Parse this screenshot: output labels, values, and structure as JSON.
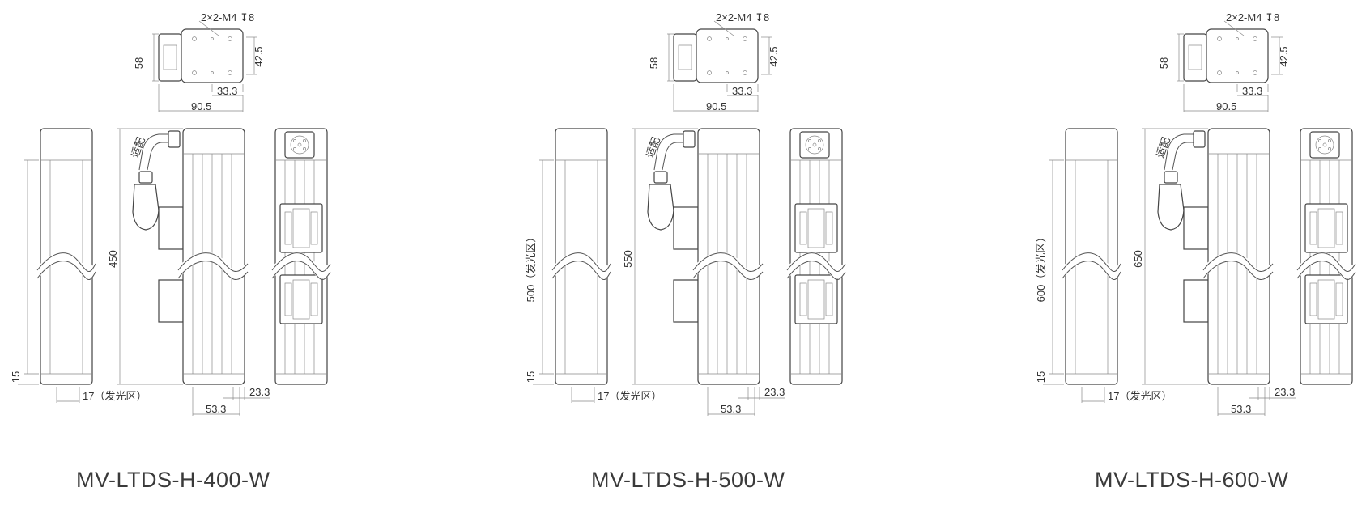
{
  "panels": [
    {
      "model": "MV-LTDS-H-400-W",
      "hole_spec": "2×2-M4 ↧8",
      "dim_height": "58",
      "dim_mount_h": "42.5",
      "dim_mount_w": "33.3",
      "dim_width": "90.5",
      "dim_length": "450",
      "dim_emit_length": "",
      "dim_end": "15",
      "dim_emit_width": "17（发光区）",
      "dim_side_a": "23.3",
      "dim_side_b": "53.3",
      "adapter_label": "适配"
    },
    {
      "model": "MV-LTDS-H-500-W",
      "hole_spec": "2×2-M4 ↧8",
      "dim_height": "58",
      "dim_mount_h": "42.5",
      "dim_mount_w": "33.3",
      "dim_width": "90.5",
      "dim_length": "550",
      "dim_emit_length": "500（发光区）",
      "dim_end": "15",
      "dim_emit_width": "17（发光区）",
      "dim_side_a": "23.3",
      "dim_side_b": "53.3",
      "adapter_label": "适配"
    },
    {
      "model": "MV-LTDS-H-600-W",
      "hole_spec": "2×2-M4 ↧8",
      "dim_height": "58",
      "dim_mount_h": "42.5",
      "dim_mount_w": "33.3",
      "dim_width": "90.5",
      "dim_length": "650",
      "dim_emit_length": "600（发光区）",
      "dim_end": "15",
      "dim_emit_width": "17（发光区）",
      "dim_side_a": "23.3",
      "dim_side_b": "53.3",
      "adapter_label": "适配"
    }
  ]
}
